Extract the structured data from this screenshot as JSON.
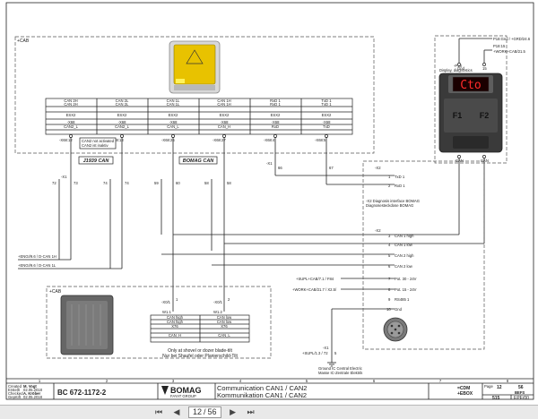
{
  "labels": {
    "cab_top": "+CAB",
    "cab_bottom": "+CAB",
    "col_names": [
      [
        "CAN 2H",
        "CAN 2H"
      ],
      [
        "CAN 2L",
        "CAN 2L"
      ],
      [
        "CAN 1L",
        "CAN 1L"
      ],
      [
        "CAN 1H",
        "CAN 1H"
      ],
      [
        "RxD 1",
        "RxD 1"
      ],
      [
        "TxD 1",
        "TxD 1"
      ]
    ],
    "esx": "ESX2",
    "x68": "-X68",
    "col_mid": [
      "CAN2_L",
      "CAN2_L",
      "CAN_L",
      "CAN_H",
      "RxD",
      "TxD"
    ],
    "col_pins": [
      "-X68:12",
      "-X68:13",
      "-X68:26",
      "-X68:27",
      "-X68:4",
      "-X68:5"
    ],
    "not_activated": [
      "CAN2 not activated",
      "CAN2 ist inaktiv"
    ],
    "j1939": "J1939 CAN",
    "bomag_can": "BOMAG CAN",
    "x1": "-X1",
    "x1_pins": [
      "72",
      "73",
      "74",
      "74",
      "59",
      "60",
      "58",
      "58"
    ],
    "x1_right": "-X1",
    "x1_right_pins": [
      "66",
      "67"
    ],
    "engine_1h": "+ENGI/9.6 / D-CAN 1H",
    "engine_1l": "+ENGI/9.6 / D-CAN 1L",
    "x0_left": "-X0/1",
    "x0_right": "-X0/1",
    "x0_pins": [
      "1",
      "2"
    ],
    "xw1_left": "W1.1",
    "xw1_right": "W1.2",
    "table_left": [
      "CAN high",
      "CAN high",
      "X76",
      "",
      "CAN_H",
      ""
    ],
    "table_right": [
      "CAN low",
      "CAN low",
      "X76",
      "",
      "CAN_L",
      ""
    ],
    "blade_en": "Only at shovel or dozer blade-tilt",
    "blade_de": "Nur bei Shaufel oder Planierschild-Tilt",
    "p18_gnd": "P18:Gnd / +GRD/24.6",
    "p18_15": "P18:15",
    "p18_15b": "+WORK+CAB/21.5",
    "p18": "-P18",
    "p18_desc_en": "Display, diagnostics",
    "p18_desc_de": "Anzeige Diagnose",
    "p18_pins": [
      "Gnd",
      "15"
    ],
    "p18_can": [
      "CAN",
      "CAN"
    ],
    "display_text": "Cto",
    "f1": "F1",
    "f2": "F2",
    "x2": "-X2",
    "x2_top_en": "-X2 Diagnosis interface BOMAG",
    "x2_top_de": "Diagnosesteckdose BOMAG",
    "x2_pins": [
      {
        "pin": "1",
        "label": "TxD 1"
      },
      {
        "pin": "2",
        "label": "RxD 1"
      },
      {
        "pin": "3",
        "label": "CAN 1 high"
      },
      {
        "pin": "4",
        "label": "CAN 1 low"
      },
      {
        "pin": "5",
        "label": "CAN 2 high"
      },
      {
        "pin": "6",
        "label": "CAN 2 low"
      },
      {
        "pin": "7",
        "label": "Pot. 30 - 24V"
      },
      {
        "pin": "8",
        "label": "Pot. 15 - 24V"
      },
      {
        "pin": "9",
        "label": "RS485 1"
      },
      {
        "pin": "10",
        "label": "Gnd"
      }
    ],
    "f84_ref": "+SUPL+CAB/7.1 / F84",
    "x2_5_ref": "+WORK+CAB/21.7 / X2.5/",
    "x1_bottom": "-X1",
    "x1_bottom_pin": "5",
    "supl_ref": "+SUPL/1.3 / 72",
    "ground_en": "Ground IC Central Electric",
    "ground_de": "Masse IC-Zentrale Elektrik",
    "grid_numbers": [
      "1",
      "2",
      "3",
      "4",
      "5",
      "6",
      "7",
      "8"
    ]
  },
  "titleblock": {
    "created_label": "Created",
    "created_label_de": "Erstellt",
    "created_by": "M. Vogt",
    "created_date": "02.05.2018",
    "checked_label": "Checked",
    "checked_label_de": "Geprüft",
    "checked_by": "A. Kröber",
    "checked_date": "02.05.2018",
    "doc_number": "BC 672-1172-2",
    "brand": "BOMAG",
    "brand_sub": "FAYAT GROUP",
    "title_en": "Communication CAN1 / CAN2",
    "title_de": "Kommunikation CAN1 / CAN2",
    "code1": "=CDM",
    "code2": "+EBOX",
    "sheet_label": "Page",
    "sheet_no": "12",
    "sheet_of": "56",
    "fc": "BEFS",
    "page_num": "515",
    "epe": "EPE/00"
  },
  "viewer": {
    "current_page": "12",
    "total_pages": "56"
  }
}
